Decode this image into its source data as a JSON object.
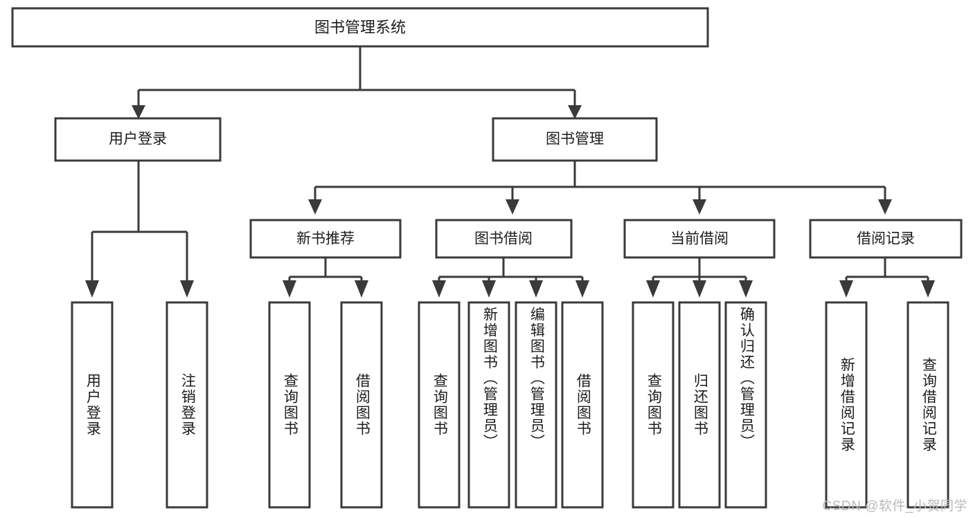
{
  "diagram": {
    "type": "tree",
    "title": "图书管理系统",
    "watermark": "CSDN @软件_小贺同学",
    "colors": {
      "stroke": "#3a3a3a",
      "box_fill": "#ffffff",
      "text": "#1c1c1c",
      "watermark": "#b9b9b9",
      "background": "#ffffff"
    },
    "nodes": {
      "root": {
        "label": "图书管理系统"
      },
      "level2": [
        {
          "label": "用户登录"
        },
        {
          "label": "图书管理"
        }
      ],
      "level3": [
        {
          "label": "新书推荐"
        },
        {
          "label": "图书借阅"
        },
        {
          "label": "当前借阅"
        },
        {
          "label": "借阅记录"
        }
      ],
      "leaves_user_login": [
        {
          "label": "用户登录"
        },
        {
          "label": "注销登录"
        }
      ],
      "leaves_new_book": [
        {
          "label": "查询图书"
        },
        {
          "label": "借阅图书"
        }
      ],
      "leaves_borrow": [
        {
          "label": "查询图书"
        },
        {
          "label": "新增图书（管理员）"
        },
        {
          "label": "编辑图书（管理员）"
        },
        {
          "label": "借阅图书"
        }
      ],
      "leaves_current": [
        {
          "label": "查询图书"
        },
        {
          "label": "归还图书"
        },
        {
          "label": "确认归还（管理员）"
        }
      ],
      "leaves_records": [
        {
          "label": "新增借阅记录"
        },
        {
          "label": "查询借阅记录"
        }
      ]
    }
  }
}
